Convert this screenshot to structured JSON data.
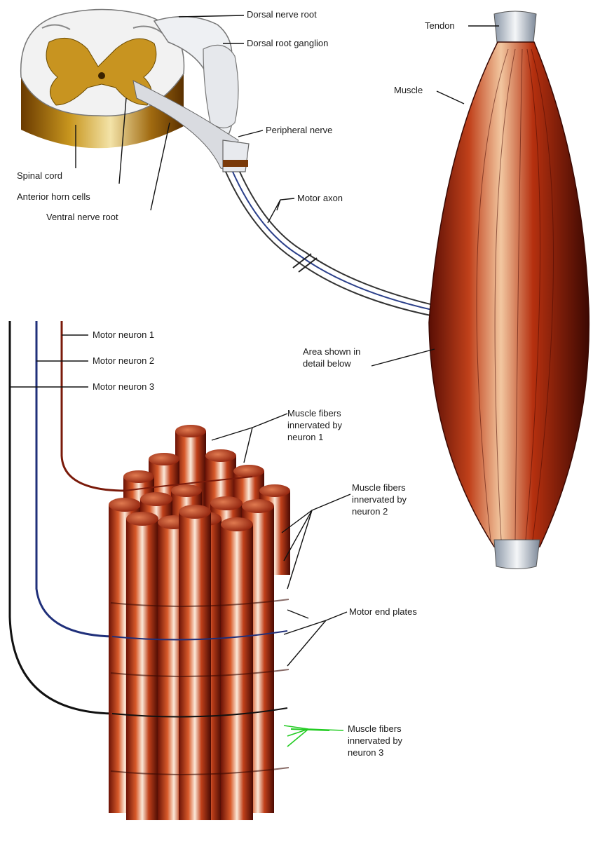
{
  "labels": {
    "dorsal_nerve_root": "Dorsal nerve root",
    "dorsal_root_ganglion": "Dorsal root ganglion",
    "tendon": "Tendon",
    "muscle": "Muscle",
    "peripheral_nerve": "Peripheral nerve",
    "spinal_cord": "Spinal cord",
    "anterior_horn_cells": "Anterior horn cells",
    "ventral_nerve_root": "Ventral nerve root",
    "motor_axon": "Motor axon",
    "area_shown_line1": "Area shown in",
    "area_shown_line2": "detail below",
    "motor_neuron_1": "Motor neuron 1",
    "motor_neuron_2": "Motor neuron 2",
    "motor_neuron_3": "Motor neuron 3",
    "fibers_n1_line1": "Muscle fibers",
    "fibers_n1_line2": "innervated by",
    "fibers_n1_line3": "neuron 1",
    "fibers_n2_line1": "Muscle fibers",
    "fibers_n2_line2": "innervated by",
    "fibers_n2_line3": "neuron 2",
    "motor_end_plates": "Motor end plates",
    "fibers_n3_line1": "Muscle fibers",
    "fibers_n3_line2": "innervated by",
    "fibers_n3_line3": "neuron 3"
  },
  "colors": {
    "muscle_dark": "#6b1206",
    "muscle_mid": "#b5300f",
    "muscle_light": "#f0d2b8",
    "spinal_gray": "#b8860b",
    "tendon": "#e8edf2",
    "neuron_1": "#7a1a0a",
    "neuron_2": "#1f2f7a",
    "neuron_3": "#111111",
    "neuron_3_tag": "#22cc22"
  }
}
